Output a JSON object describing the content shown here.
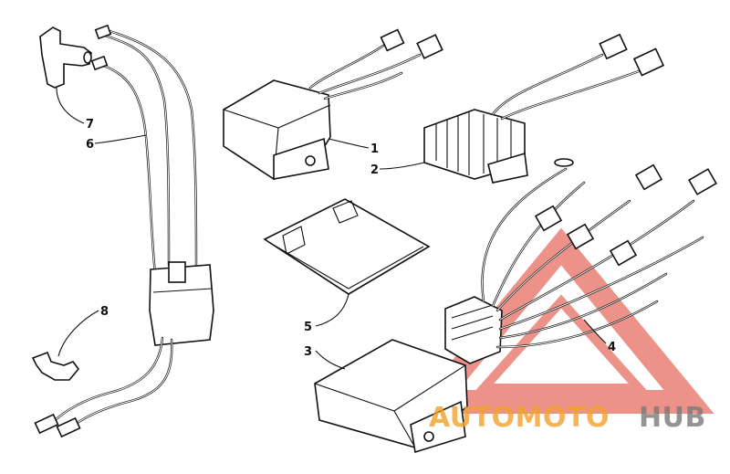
{
  "diagram": {
    "callouts": [
      {
        "id": "1",
        "label": "1"
      },
      {
        "id": "2",
        "label": "2"
      },
      {
        "id": "3",
        "label": "3"
      },
      {
        "id": "4",
        "label": "4"
      },
      {
        "id": "5",
        "label": "5"
      },
      {
        "id": "6",
        "label": "6"
      },
      {
        "id": "7",
        "label": "7"
      },
      {
        "id": "8",
        "label": "8"
      }
    ]
  },
  "watermark": {
    "brand_part1": "AUTOMOTO",
    "brand_part2": "HUB",
    "color_primary": "#e03a2a",
    "color_secondary": "#f2a12a",
    "color_grey": "#7a7a7a"
  }
}
